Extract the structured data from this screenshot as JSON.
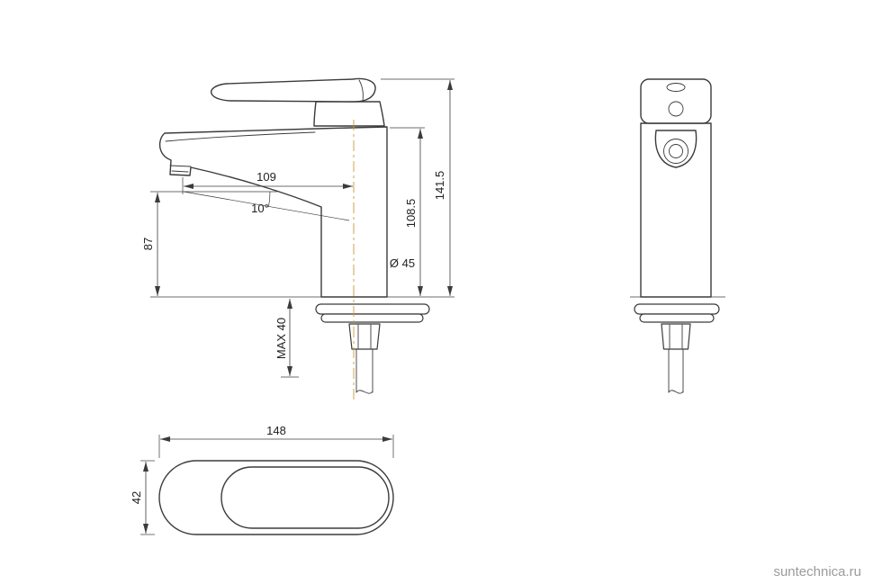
{
  "watermark": "suntechnica.ru",
  "colors": {
    "centerline": "#c79a3e",
    "line": "#3b3b3b"
  },
  "dimensions": {
    "spout_reach": "109",
    "spout_angle": "10°",
    "spout_height": "87",
    "overall_height": "141.5",
    "upper_body_height": "108.5",
    "body_diameter": "Ø 45",
    "max_mounting_thickness": "MAX 40",
    "top_length": "148",
    "top_width": "42"
  }
}
